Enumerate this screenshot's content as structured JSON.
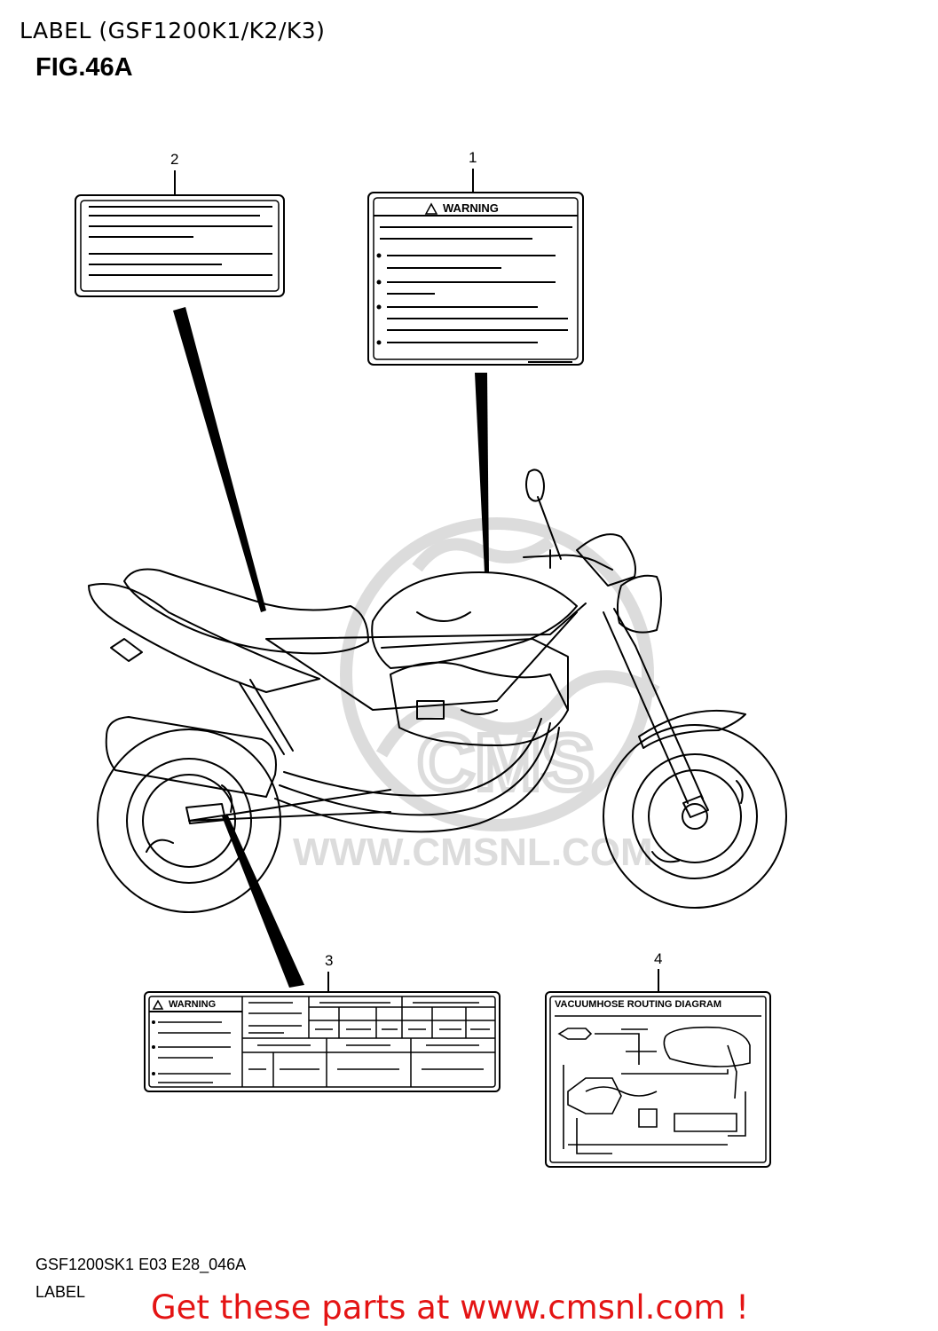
{
  "header": {
    "title": "LABEL (GSF1200K1/K2/K3)",
    "figure": "FIG.46A"
  },
  "callouts": [
    {
      "number": "1",
      "label_text": "WARNING"
    },
    {
      "number": "2",
      "label_text": ""
    },
    {
      "number": "3",
      "label_text": "WARNING"
    },
    {
      "number": "4",
      "label_text": "VACUUMHOSE ROUTING DIAGRAM"
    }
  ],
  "footer": {
    "code": "GSF1200SK1 E03 E28_046A",
    "caption": "LABEL",
    "call_to_action": "Get these parts at www.cmsnl.com !"
  },
  "colors": {
    "line": "#000000",
    "watermark": "#d9d9d9",
    "cta": "#e41414"
  }
}
